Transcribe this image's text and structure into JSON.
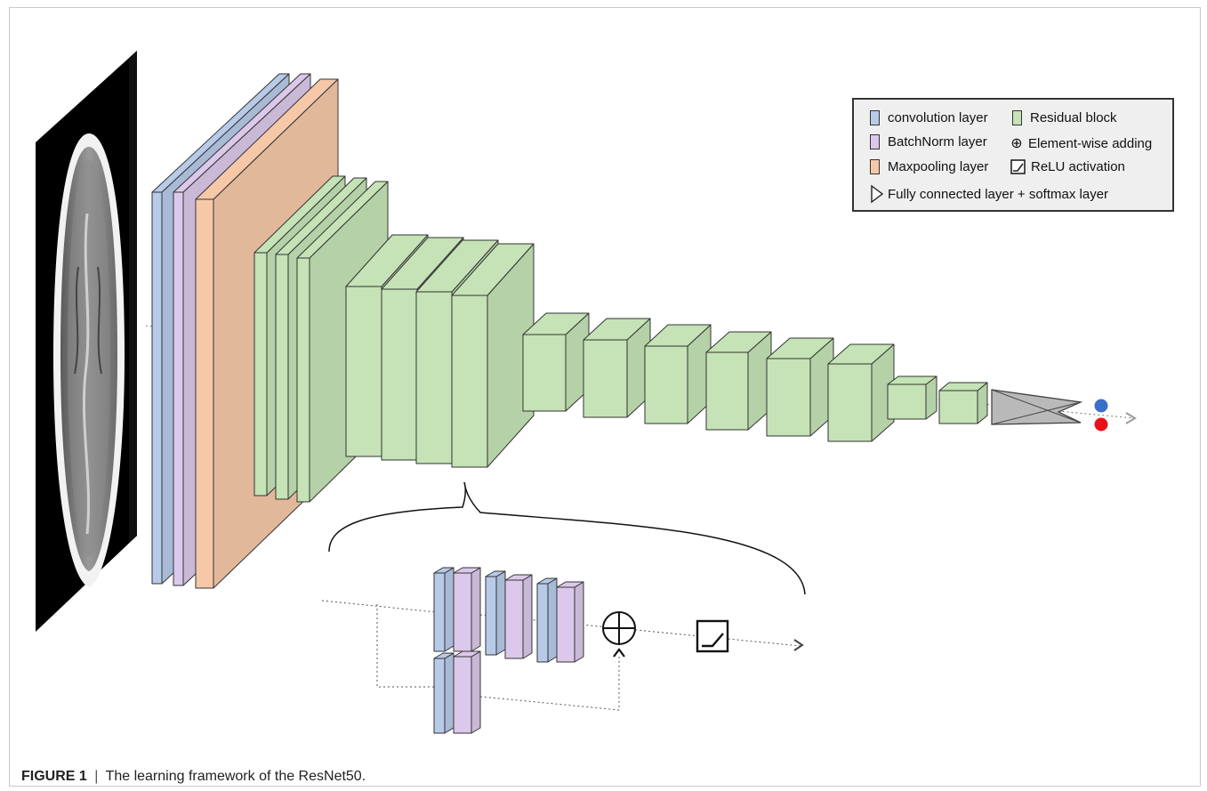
{
  "caption": {
    "label": "FIGURE 1",
    "separator": "|",
    "text": "The learning framework of the ResNet50."
  },
  "legend": {
    "items": [
      {
        "label": "convolution layer",
        "color": "#b7cae8",
        "icon": "blue-swatch"
      },
      {
        "label": "BatchNorm layer",
        "color": "#dcc8ea",
        "icon": "purple-swatch"
      },
      {
        "label": "Maxpooling layer",
        "color": "#f6c8a8",
        "icon": "orange-swatch"
      },
      {
        "label": "Residual block",
        "color": "#c5e3b6",
        "icon": "green-swatch"
      },
      {
        "label": "Element-wise adding",
        "icon": "circled-plus-icon"
      },
      {
        "label": "ReLU activation",
        "icon": "relu-icon"
      },
      {
        "label": "Fully connected layer + softmax layer",
        "icon": "triangle-icon"
      }
    ]
  },
  "colors": {
    "conv": "#b7cae8",
    "batchnorm": "#dcc8ea",
    "maxpool": "#f6c8a8",
    "residual": "#c5e3b6",
    "fc": "#b9b9b9",
    "output_1": "#3a6fc7",
    "output_2": "#e8121a"
  }
}
